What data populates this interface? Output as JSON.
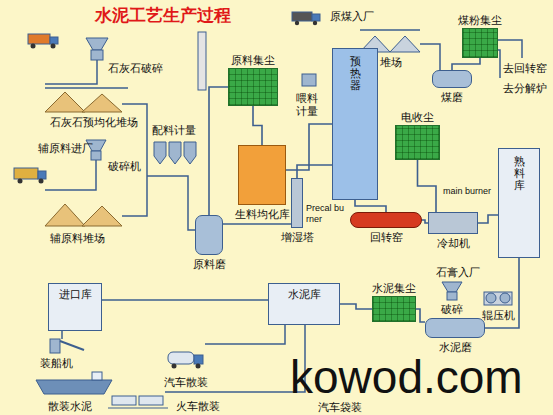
{
  "diagram": {
    "title": "水泥工艺生产过程",
    "nodes": [
      {
        "text": [
          "原料集尘"
        ]
      },
      {
        "text": [
          "煤粉集尘"
        ]
      },
      {
        "text": [
          "预热器"
        ]
      },
      {
        "text": [
          "煤磨"
        ]
      },
      {
        "text": [
          "电收尘"
        ]
      },
      {
        "text": [
          "生料均化库"
        ]
      },
      {
        "text": [
          "熟料库"
        ]
      },
      {
        "text": [
          "增湿塔"
        ]
      },
      {
        "text": [
          "回转窑"
        ]
      },
      {
        "text": [
          "冷却机"
        ]
      },
      {
        "text": [
          "原料磨"
        ]
      },
      {
        "text": [
          "进口库"
        ]
      },
      {
        "text": [
          "水泥库"
        ]
      },
      {
        "text": [
          "水泥集尘"
        ]
      },
      {
        "text": [
          "水泥磨"
        ]
      }
    ],
    "edges": [
      {
        "from": 10,
        "to": 0,
        "arrow": "none"
      },
      {
        "from": 0,
        "to": 5,
        "arrow": "none"
      },
      {
        "from": 5,
        "to": 2,
        "arrow": "none"
      },
      {
        "from": 2,
        "to": 7,
        "arrow": "none"
      },
      {
        "from": 7,
        "to": 10,
        "arrow": "none"
      },
      {
        "from": 2,
        "to": 8,
        "arrow": "none"
      },
      {
        "from": 8,
        "to": 9,
        "arrow": "none"
      },
      {
        "from": 4,
        "to": 9,
        "arrow": "none"
      },
      {
        "from": 9,
        "to": 6,
        "arrow": "none"
      },
      {
        "from": 6,
        "to": 14,
        "arrow": "none"
      },
      {
        "from": 14,
        "to": 13,
        "arrow": "none"
      },
      {
        "from": 13,
        "to": 12,
        "arrow": "none"
      },
      {
        "from": 12,
        "to": 11,
        "arrow": "none"
      },
      {
        "from": 3,
        "to": 1,
        "arrow": "none"
      }
    ],
    "labels": [
      "石灰石破碎",
      "石灰石预均化堆场",
      "辅原料进厂",
      "破碎机",
      "辅原料堆场",
      "配料计量",
      "喂料计量",
      "Precal burner",
      "main burner",
      "原煤入厂",
      "堆场",
      "去回转窑",
      "去分解炉",
      "石膏入厂",
      "破碎",
      "辊压机",
      "装船机",
      "散装水泥",
      "汽车散装",
      "火车散装",
      "汽车袋装",
      "kowod.com"
    ]
  }
}
